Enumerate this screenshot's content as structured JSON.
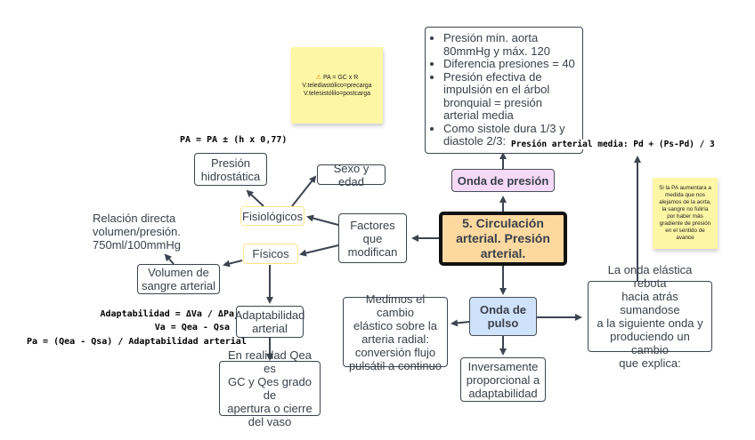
{
  "center": {
    "lines": [
      "5. Circulación",
      "arterial. Presión",
      "arterial."
    ]
  },
  "factores": {
    "lines": [
      "Factores",
      "que",
      "modifican"
    ]
  },
  "fisiologicos": "Fisiológicos",
  "fisicos": "Físicos",
  "presion_hidrostatica": {
    "lines": [
      "Presión",
      "hidrostática"
    ]
  },
  "sexo_edad": "Sexo y edad",
  "volumen_sangre": {
    "lines": [
      "Volumen de",
      "sangre arterial"
    ]
  },
  "relacion_directa": {
    "lines": [
      "Relación directa",
      "volumen/presión.",
      "750ml/100mmHg"
    ]
  },
  "adaptabilidad_arterial": {
    "lines": [
      "Adaptabilidad",
      "arterial"
    ]
  },
  "en_realidad": {
    "lines": [
      "En realidad Qea es",
      "GC y Qes grado de",
      "apertura o cierre",
      "del vaso"
    ]
  },
  "formula_hidrostatica": "PA = PA ± (h x 0,77)",
  "formulas_adaptabilidad": [
    "Adaptabilidad = ΔVa / ΔPa",
    "Va = Qea - Qsa",
    "Pa = (Qea - Qsa) / Adaptabilidad arterial"
  ],
  "sticky_pa": {
    "icon": "warning-icon",
    "lines": [
      "PA = GC x R",
      "V.telediastólico=precarga",
      "V.telesistólilo=postcarga"
    ]
  },
  "onda_presion": "Onda de presión",
  "presion_box": {
    "bullets": [
      "Presión mín. aorta 80mmHg y máx. 120",
      "Diferencia presiones = 40",
      "Presión efectiva de impulsión en el árbol bronquial = presión arterial media",
      "Como sistole dura 1/3 y diastole 2/3:"
    ]
  },
  "formula_pam": "Presión arterial media: Pd + (Ps-Pd) / 3",
  "onda_pulso": {
    "lines": [
      "Onda de",
      "pulso"
    ]
  },
  "medimos": {
    "lines": [
      "Medimos el cambio",
      "elástico sobre la",
      "arteria radial:",
      "conversión flujo",
      "pulsátil a continuo"
    ]
  },
  "inversamente": {
    "lines": [
      "Inversamente",
      "proporcional a",
      "adaptabilidad"
    ]
  },
  "onda_elastica": {
    "lines": [
      "La onda elástica rebota",
      "hacia atrás sumandose",
      "a la siguiente onda y",
      "produciendo un cambio",
      "que explica:"
    ]
  },
  "sticky_aorta": {
    "lines": [
      "Si la PA aumentara a",
      "medida que nos",
      "alejamos de la aorta,",
      "la sangre no fuliría",
      "por haber más",
      "gradiente de presión",
      "en el sentido de",
      "avance"
    ]
  },
  "colors": {
    "center_fill": "#fdd9a0",
    "factores_fill": "#fff3a0",
    "onda_presion_fill": "#f5d9f7",
    "onda_pulso_fill": "#cfe2fb",
    "sticky_fill": "#fdf6a4",
    "edge": "#3d4450"
  }
}
